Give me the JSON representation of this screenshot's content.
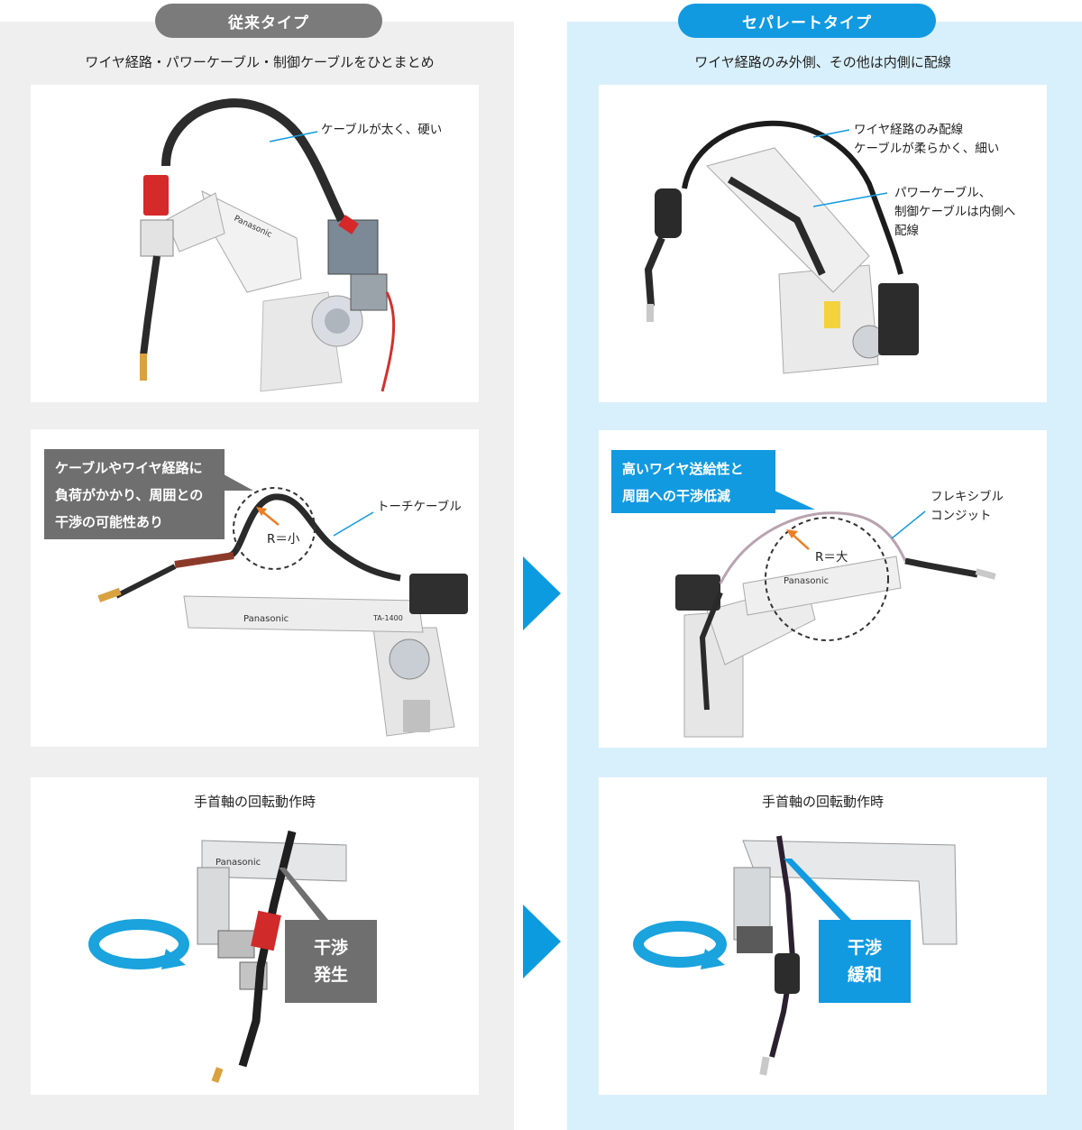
{
  "left": {
    "header": "従来タイプ",
    "subtitle": "ワイヤ経路・パワーケーブル・制御ケーブルをひとまとめ",
    "panel1": {
      "label": "ケーブルが太く、硬い"
    },
    "panel2": {
      "callout_lines": [
        "ケーブルやワイヤ経路に",
        "負荷がかかり、周囲との",
        "干渉の可能性あり"
      ],
      "radius_label": "R＝小",
      "cable_label": "トーチケーブル"
    },
    "panel3": {
      "title": "手首軸の回転動作時",
      "box_lines": [
        "干渉",
        "発生"
      ]
    }
  },
  "right": {
    "header": "セパレートタイプ",
    "subtitle": "ワイヤ経路のみ外側、その他は内側に配線",
    "panel1": {
      "label_a": [
        "ワイヤ経路のみ配線",
        "ケーブルが柔らかく、細い"
      ],
      "label_b": [
        "パワーケーブル、",
        "制御ケーブルは内側へ",
        "配線"
      ]
    },
    "panel2": {
      "callout_lines": [
        "高いワイヤ送給性と",
        "周囲への干渉低減"
      ],
      "radius_label": "R＝大",
      "conduit_label": [
        "フレキシブル",
        "コンジット"
      ]
    },
    "panel3": {
      "title": "手首軸の回転動作時",
      "box_lines": [
        "干渉",
        "緩和"
      ]
    }
  },
  "robot_text": {
    "brand": "Panasonic",
    "model": "TA-1400"
  },
  "colors": {
    "left_bg": "#efefef",
    "right_bg": "#d8f0fb",
    "left_header": "#7b7b7b",
    "right_header": "#129ae1",
    "accent_blue": "#129ae1",
    "gray_box": "#6f6f6f",
    "orange_arrow": "#ef7d22",
    "rotation_arrow": "#1aa3dd"
  },
  "icons": [
    "robot-arm-image",
    "rotation-arrow-icon",
    "next-arrow-icon",
    "radius-arrow-icon"
  ]
}
